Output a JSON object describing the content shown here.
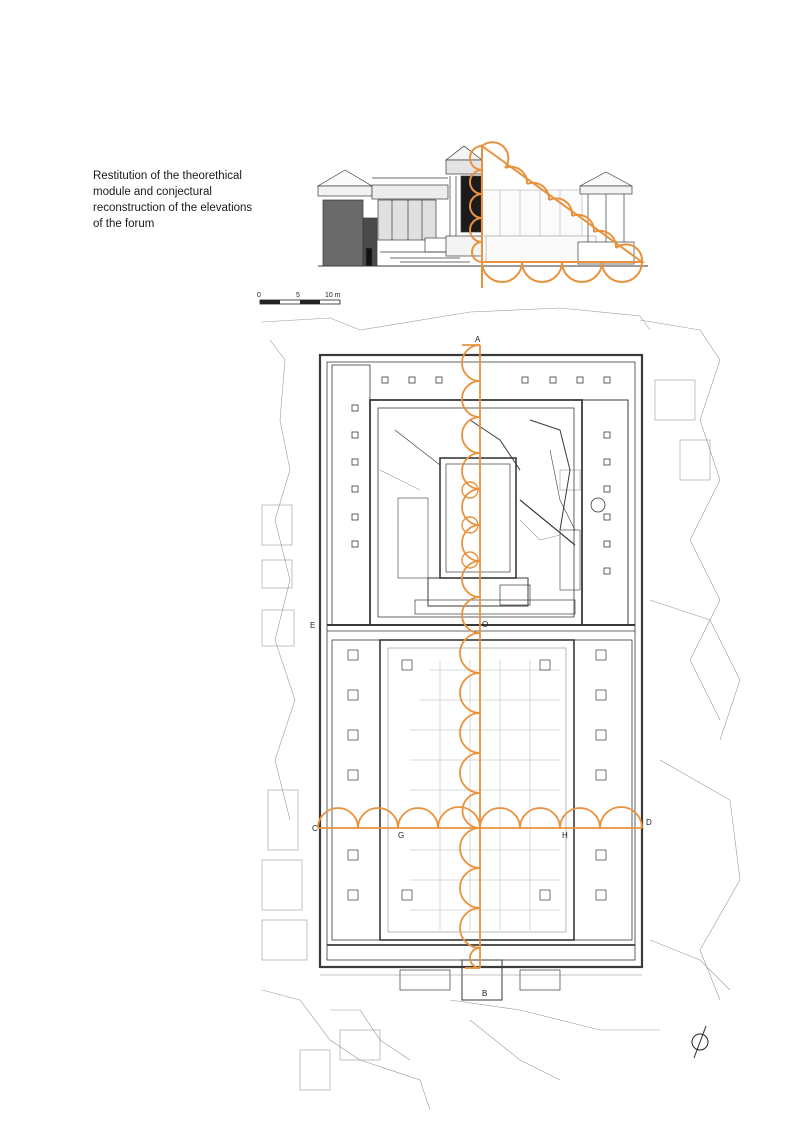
{
  "caption": {
    "lines": [
      "Restitution of the theorethical",
      "module and conjectural",
      "reconstruction of the elevations",
      "of the forum"
    ]
  },
  "scale_bar": {
    "labels": [
      "0",
      "5",
      "10 m"
    ]
  },
  "plan_labels": {
    "A": "A",
    "B": "B",
    "C": "C",
    "D": "D",
    "E": "E",
    "G": "G",
    "H": "H",
    "O": "O"
  },
  "colors": {
    "module_orange": "#e8923e",
    "ink": "#3a3a3a",
    "light_ink": "#9a9a9a"
  },
  "icons": {
    "north": "north-arrow-icon"
  }
}
